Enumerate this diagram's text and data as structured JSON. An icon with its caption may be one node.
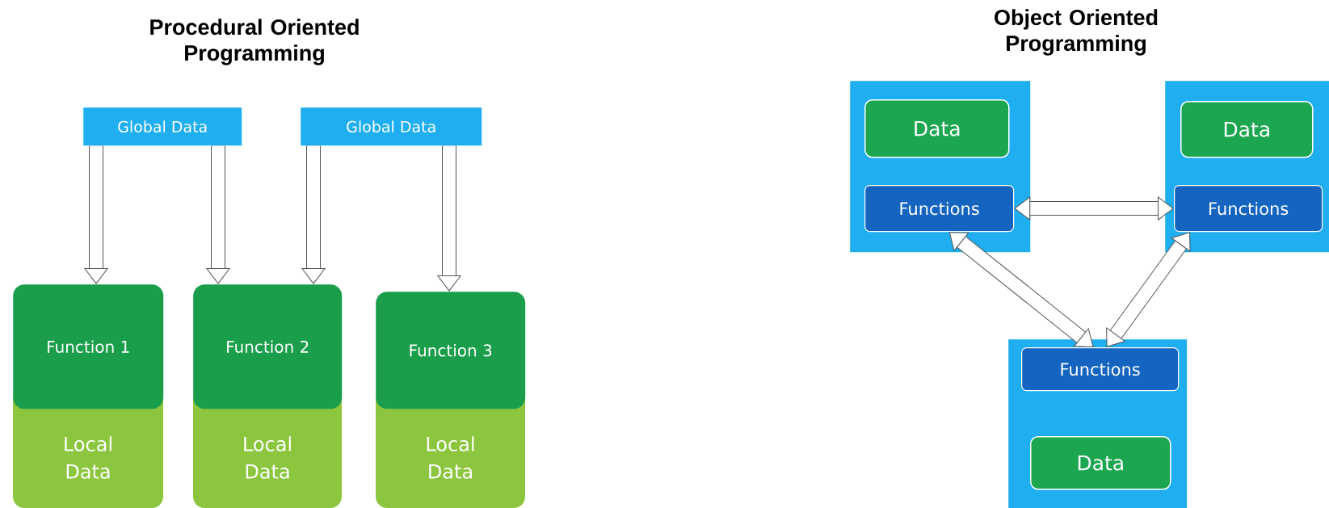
{
  "diagram": {
    "nodes": [
      {
        "text": [
          "Global Data"
        ]
      },
      {
        "text": [
          "Global Data"
        ]
      },
      {
        "text": [
          "Function 1"
        ]
      },
      {
        "text": [
          "Local Data"
        ]
      },
      {
        "text": [
          "Function 2"
        ]
      },
      {
        "text": [
          "Local Data"
        ]
      },
      {
        "text": [
          "Function 3"
        ]
      },
      {
        "text": [
          "Local Data"
        ]
      },
      {
        "text": [],
        "shape": "box"
      },
      {
        "text": [
          "Data"
        ],
        "in": 8
      },
      {
        "text": [
          "Functions"
        ],
        "in": 8
      },
      {
        "text": [],
        "shape": "box"
      },
      {
        "text": [
          "Data"
        ],
        "in": 11
      },
      {
        "text": [
          "Functions"
        ],
        "in": 11
      },
      {
        "text": [],
        "shape": "box"
      },
      {
        "text": [
          "Functions"
        ],
        "in": 14
      },
      {
        "text": [
          "Data"
        ],
        "in": 14
      }
    ],
    "edges": [
      {
        "from": 0,
        "to": 2,
        "arrow": "to"
      },
      {
        "from": 0,
        "to": 4,
        "arrow": "to"
      },
      {
        "from": 1,
        "to": 4,
        "arrow": "to"
      },
      {
        "from": 1,
        "to": 6,
        "arrow": "to"
      },
      {
        "from": 10,
        "to": 13,
        "arrow": "both"
      },
      {
        "from": 10,
        "to": 15,
        "arrow": "both"
      },
      {
        "from": 13,
        "to": 15,
        "arrow": "both"
      }
    ],
    "labels": [
      "Procedural Oriented Programming",
      "Object Oriented Programming"
    ]
  }
}
